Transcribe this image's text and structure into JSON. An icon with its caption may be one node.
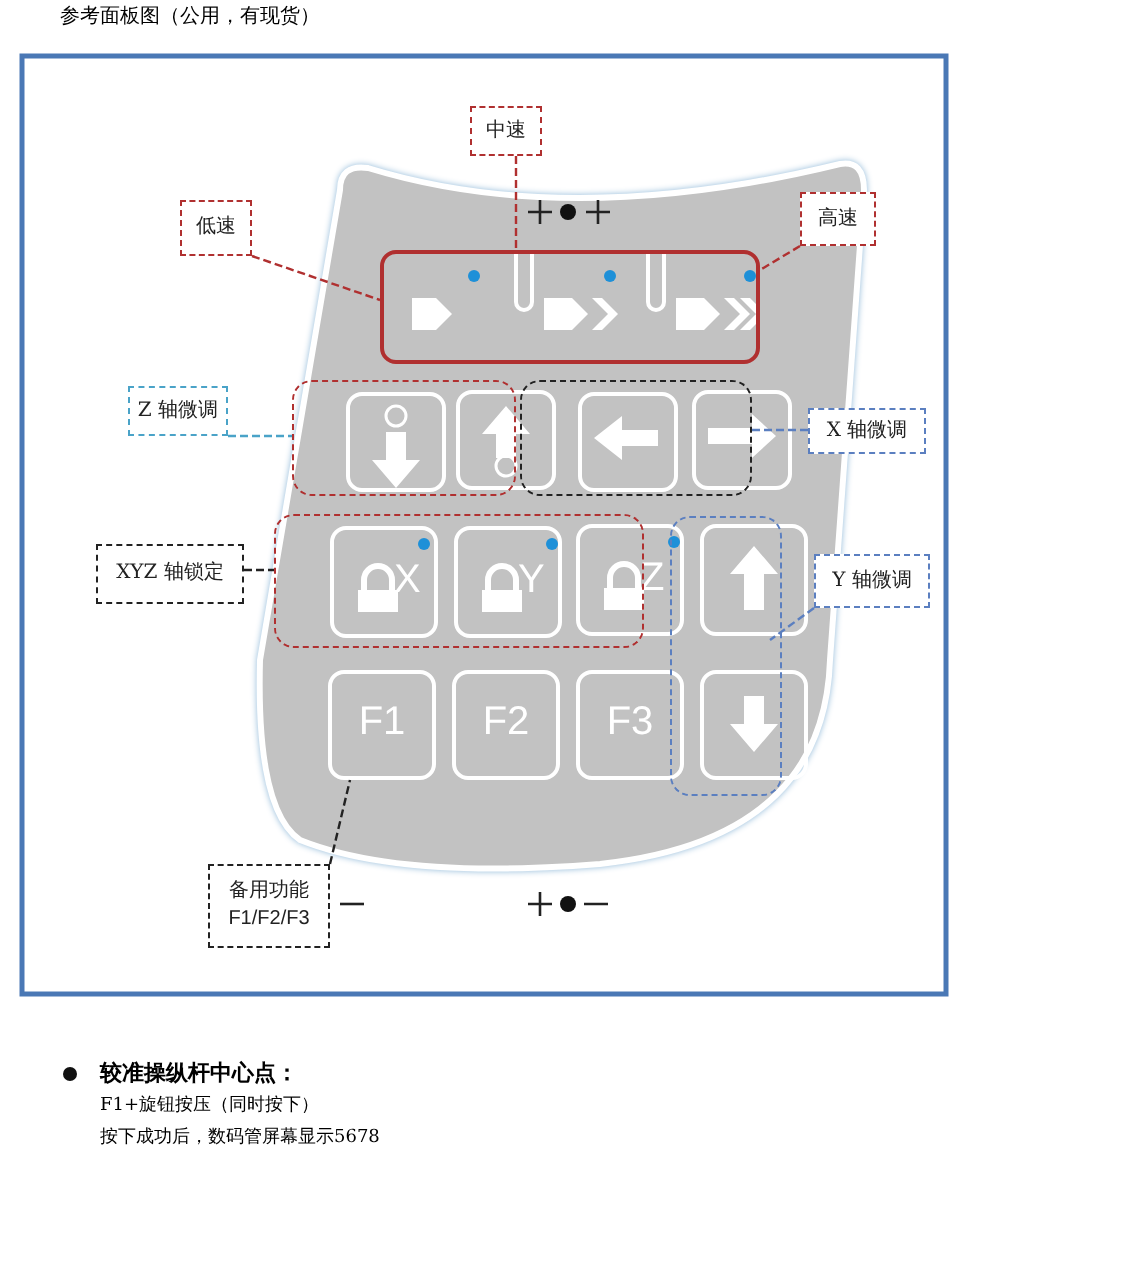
{
  "diagram": {
    "title": "参考面板图（公用，有现货）",
    "nodes": [
      {
        "text": [
          "中速"
        ]
      },
      {
        "text": [
          "低速"
        ]
      },
      {
        "text": [
          "高速"
        ]
      },
      {
        "text": [],
        "shape": "box"
      },
      {
        "text": [
          "Z 轴微调"
        ]
      },
      {
        "text": [],
        "shape": "box"
      },
      {
        "text": [],
        "shape": "box",
        "in": 5
      },
      {
        "text": [],
        "shape": "box"
      },
      {
        "text": [],
        "shape": "box"
      },
      {
        "text": [],
        "shape": "box",
        "in": 8
      },
      {
        "text": [],
        "shape": "box"
      },
      {
        "text": [
          "X 轴微调"
        ]
      },
      {
        "text": [
          "XYZ 轴锁定"
        ]
      },
      {
        "text": [],
        "shape": "box"
      },
      {
        "text": [
          "X"
        ],
        "in": 13
      },
      {
        "text": [
          "Y"
        ],
        "in": 13
      },
      {
        "text": [
          "Z"
        ]
      },
      {
        "text": [],
        "shape": "box"
      },
      {
        "text": [],
        "shape": "box"
      },
      {
        "text": [
          "Y 轴微调"
        ]
      },
      {
        "text": [
          "F1"
        ]
      },
      {
        "text": [
          "F2"
        ]
      },
      {
        "text": [
          "F3"
        ]
      },
      {
        "text": [],
        "shape": "box"
      },
      {
        "text": [
          "备用功能",
          "F1/F2/F3"
        ]
      }
    ],
    "edges": [
      {
        "from": 1,
        "to": 3,
        "arrow": "none",
        "style": "dashed"
      },
      {
        "from": 0,
        "to": 3,
        "arrow": "none",
        "style": "dashed"
      },
      {
        "from": 2,
        "to": 3,
        "arrow": "none",
        "style": "dashed"
      },
      {
        "from": 4,
        "to": 5,
        "arrow": "none",
        "style": "dashed",
        "color": "#4aa3c8"
      },
      {
        "from": 11,
        "to": 8,
        "arrow": "none",
        "style": "dashed",
        "color": "#5b7fc0"
      },
      {
        "from": 12,
        "to": 13,
        "arrow": "none",
        "style": "dashed",
        "color": "#222222"
      },
      {
        "from": 19,
        "to": 17,
        "arrow": "none",
        "style": "dashed",
        "color": "#5b7fc0"
      },
      {
        "from": 24,
        "to": 20,
        "arrow": "none",
        "style": "dashed",
        "color": "#222222"
      }
    ],
    "labels": [
      "较准操纵杆中心点：",
      "F1+旋钮按压（同时按下）",
      "按下成功后，数码管屏幕显示5678"
    ]
  }
}
